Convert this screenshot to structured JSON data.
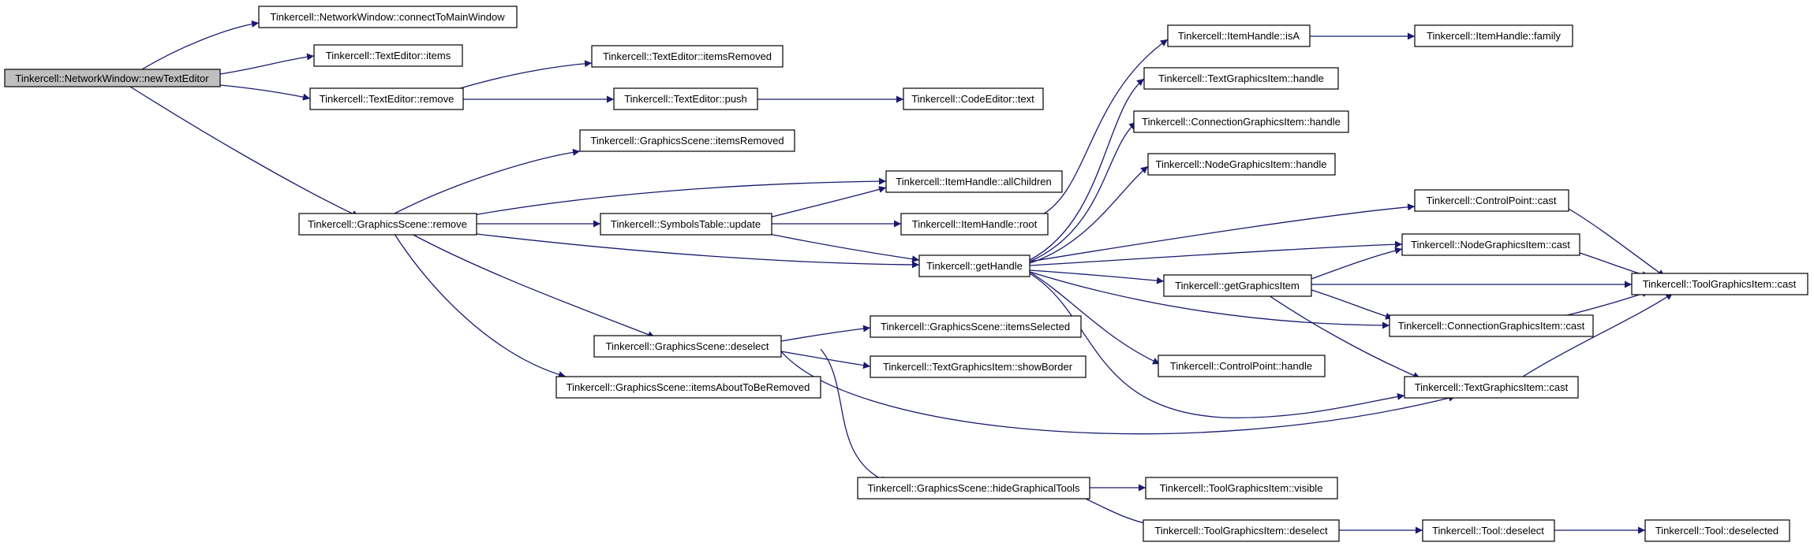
{
  "colors": {
    "edge": "#191970",
    "node_border": "#000000",
    "node_fill": "#ffffff",
    "root_fill": "#bfbfbf",
    "text": "#000000"
  },
  "nodes": {
    "n1": "Tinkercell::NetworkWindow::newTextEditor",
    "n2": "Tinkercell::NetworkWindow::connectToMainWindow",
    "n3": "Tinkercell::TextEditor::items",
    "n4": "Tinkercell::TextEditor::remove",
    "n5": "Tinkercell::GraphicsScene::remove",
    "n6": "Tinkercell::TextEditor::itemsRemoved",
    "n7": "Tinkercell::TextEditor::push",
    "n8": "Tinkercell::CodeEditor::text",
    "n9": "Tinkercell::GraphicsScene::itemsRemoved",
    "n10": "Tinkercell::ItemHandle::allChildren",
    "n11": "Tinkercell::SymbolsTable::update",
    "n12": "Tinkercell::ItemHandle::root",
    "n13": "Tinkercell::getHandle",
    "n14": "Tinkercell::GraphicsScene::deselect",
    "n15": "Tinkercell::GraphicsScene::itemsAboutToBeRemoved",
    "n16": "Tinkercell::GraphicsScene::itemsSelected",
    "n17": "Tinkercell::TextGraphicsItem::showBorder",
    "n18": "Tinkercell::GraphicsScene::hideGraphicalTools",
    "n19": "Tinkercell::ItemHandle::isA",
    "n20": "Tinkercell::ItemHandle::family",
    "n21": "Tinkercell::TextGraphicsItem::handle",
    "n22": "Tinkercell::ConnectionGraphicsItem::handle",
    "n23": "Tinkercell::NodeGraphicsItem::handle",
    "n24": "Tinkercell::getGraphicsItem",
    "n25": "Tinkercell::ControlPoint::handle",
    "n26": "Tinkercell::ToolGraphicsItem::visible",
    "n27": "Tinkercell::ToolGraphicsItem::deselect",
    "n28": "Tinkercell::ControlPoint::cast",
    "n29": "Tinkercell::NodeGraphicsItem::cast",
    "n30": "Tinkercell::ConnectionGraphicsItem::cast",
    "n31": "Tinkercell::TextGraphicsItem::cast",
    "n32": "Tinkercell::ToolGraphicsItem::cast",
    "n33": "Tinkercell::Tool::deselect",
    "n34": "Tinkercell::Tool::deselected"
  }
}
